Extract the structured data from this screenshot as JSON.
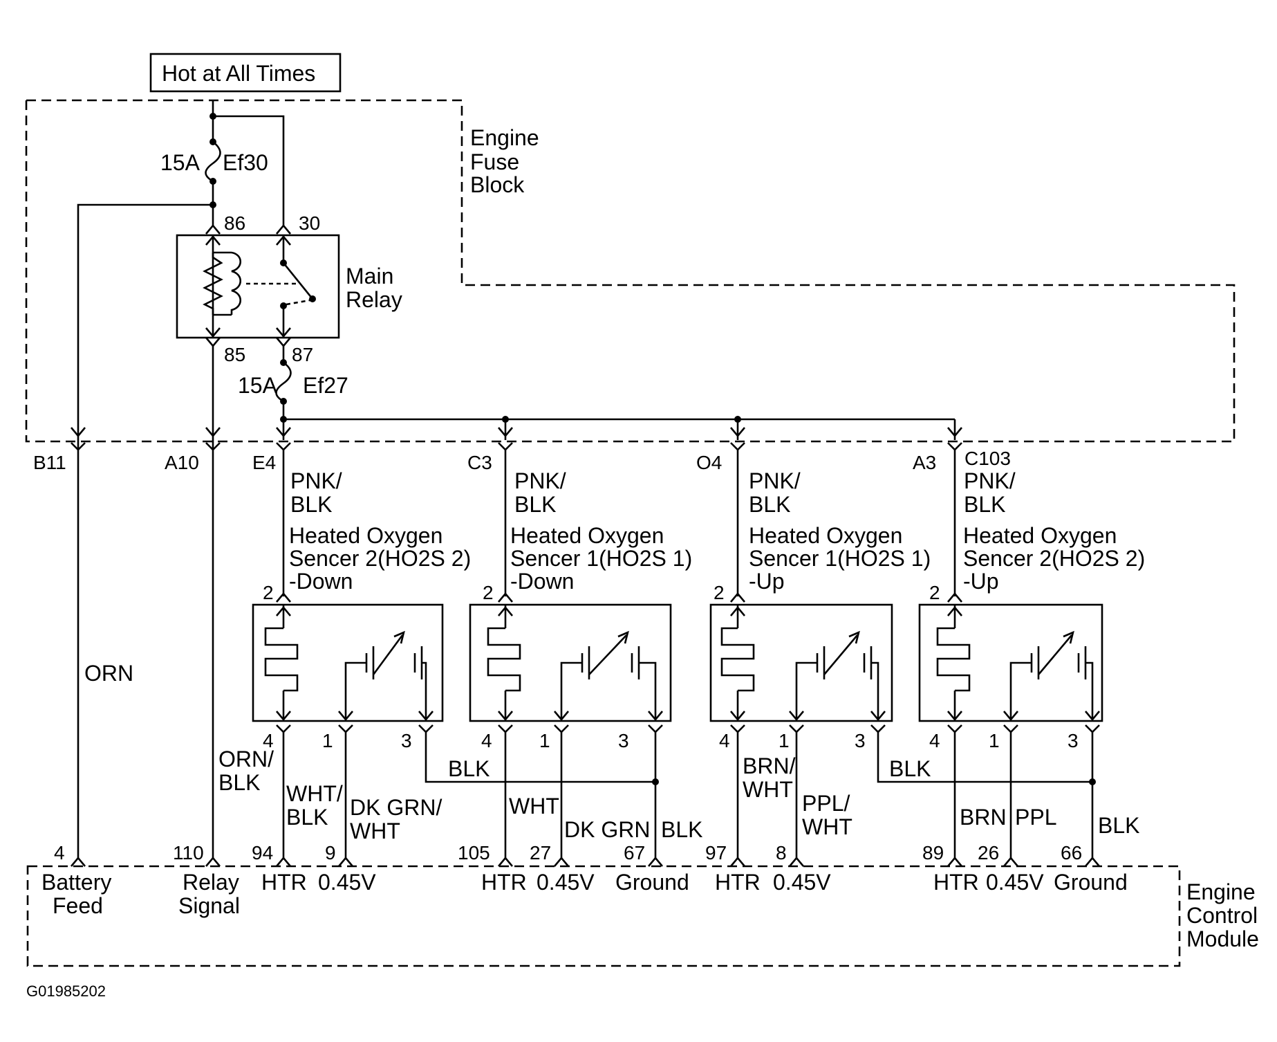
{
  "title": "Hot at All Times",
  "fuse_block_label": [
    "Engine",
    "Fuse",
    "Block"
  ],
  "fuse_top": {
    "rating": "15A",
    "name": "Ef30"
  },
  "fuse_relay": {
    "rating": "15A",
    "name": "Ef27"
  },
  "relay": {
    "label": [
      "Main",
      "Relay"
    ],
    "pins": [
      "86",
      "30",
      "85",
      "87"
    ]
  },
  "connector_pins": [
    "B11",
    "A10",
    "E4",
    "C3",
    "O4",
    "A3",
    "C103"
  ],
  "wires": {
    "orn": "ORN",
    "orn_blk": [
      "ORN/",
      "BLK"
    ],
    "pnk_blk": [
      "PNK/",
      "BLK"
    ],
    "s1": {
      "w4": [
        "WHT/",
        "BLK"
      ],
      "w1": [
        "DK GRN/",
        "WHT"
      ]
    },
    "s2": {
      "w4": "WHT",
      "w1": "DK GRN",
      "w3": "BLK"
    },
    "s3": {
      "w4": [
        "BRN/",
        "WHT"
      ],
      "w1": [
        "PPL/",
        "WHT"
      ]
    },
    "s4": {
      "w4": "BRN",
      "w1": "PPL",
      "w3": "BLK"
    },
    "blk_left": "BLK",
    "blk_right": "BLK"
  },
  "sensors": [
    {
      "label": [
        "Heated Oxygen",
        "Sencer 2(HO2S 2)",
        "-Down"
      ],
      "pins": [
        "2",
        "4",
        "1",
        "3"
      ]
    },
    {
      "label": [
        "Heated Oxygen",
        "Sencer 1(HO2S 1)",
        "-Down"
      ],
      "pins": [
        "2",
        "4",
        "1",
        "3"
      ]
    },
    {
      "label": [
        "Heated Oxygen",
        "Sencer 1(HO2S 1)",
        "-Up"
      ],
      "pins": [
        "2",
        "4",
        "1",
        "3"
      ]
    },
    {
      "label": [
        "Heated Oxygen",
        "Sencer 2(HO2S 2)",
        "-Up"
      ],
      "pins": [
        "2",
        "4",
        "1",
        "3"
      ]
    }
  ],
  "ecm": {
    "label": [
      "Engine",
      "Control",
      "Module"
    ],
    "pins": [
      "4",
      "110",
      "94",
      "9",
      "105",
      "27",
      "67",
      "97",
      "8",
      "89",
      "26",
      "66"
    ],
    "functions": {
      "battery": [
        "Battery",
        "Feed"
      ],
      "relay": [
        "Relay",
        "Signal"
      ],
      "htr": "HTR",
      "v": "0.45V",
      "ground": "Ground"
    }
  },
  "figure_id": "G01985202"
}
